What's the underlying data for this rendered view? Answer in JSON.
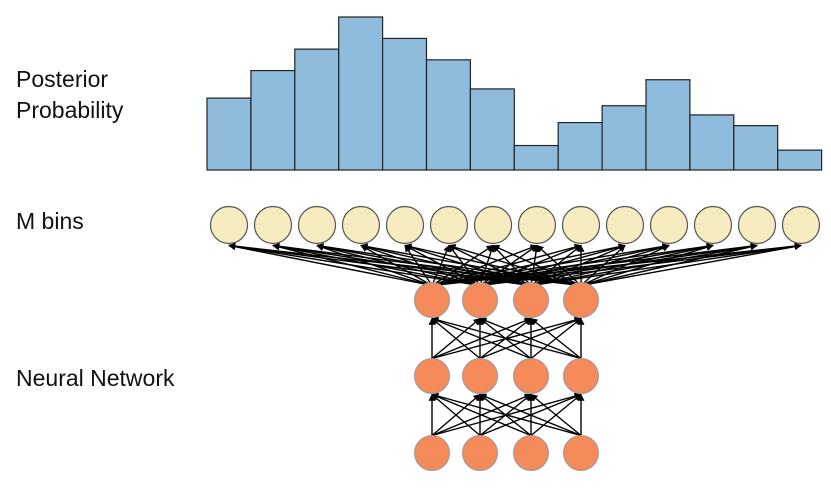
{
  "labels": {
    "posterior_line1": "Posterior",
    "posterior_line2": "Probability",
    "bins": "M bins",
    "network": "Neural Network"
  },
  "colors": {
    "bar_fill": "#8fbcdc",
    "bar_stroke": "#222222",
    "bin_fill": "#f7ebc0",
    "neuron_fill": "#f58a5a",
    "edge": "#000000"
  },
  "histogram": {
    "bar_count": 14,
    "relative_heights": [
      0.47,
      0.65,
      0.79,
      1.0,
      0.86,
      0.72,
      0.53,
      0.16,
      0.31,
      0.42,
      0.59,
      0.36,
      0.29,
      0.13
    ]
  },
  "bins": {
    "count": 14
  },
  "network": {
    "layers": 3,
    "neurons_per_layer": 4
  }
}
